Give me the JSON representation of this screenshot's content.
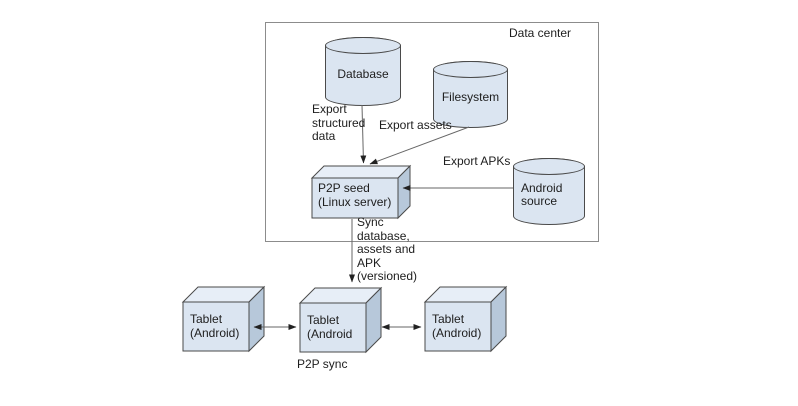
{
  "colors": {
    "shape_fill": "#dbe5f1",
    "shape_top": "#e7eef7",
    "shape_side": "#b7c8da",
    "shape_border": "#4a4a4a",
    "frame_border": "#8c8c8c",
    "line_color": "#666666",
    "arrow_color": "#222222",
    "text_color": "#1d1d1d",
    "bg_color": "#ffffff"
  },
  "diagram": {
    "data_center": {
      "label": "Data center"
    },
    "nodes": {
      "database": {
        "shape": "cylinder",
        "label": "Database"
      },
      "filesystem": {
        "shape": "cylinder",
        "label": "Filesystem"
      },
      "android_source": {
        "shape": "cylinder",
        "label": "Android\nsource"
      },
      "p2p_seed": {
        "shape": "box3d",
        "label": "P2P seed\n(Linux server)"
      },
      "tablet_left": {
        "shape": "box3d",
        "label": "Tablet\n(Android)"
      },
      "tablet_center": {
        "shape": "box3d",
        "label": "Tablet\n(Android"
      },
      "tablet_right": {
        "shape": "box3d",
        "label": "Tablet\n(Android)"
      }
    },
    "edge_labels": {
      "export_structured_data": "Export\nstructured\ndata",
      "export_assets": "Export assets",
      "export_apks": "Export APKs",
      "sync": "Sync\ndatabase,\nassets and\nAPK\n(versioned)",
      "p2p_sync": "P2P sync"
    }
  }
}
